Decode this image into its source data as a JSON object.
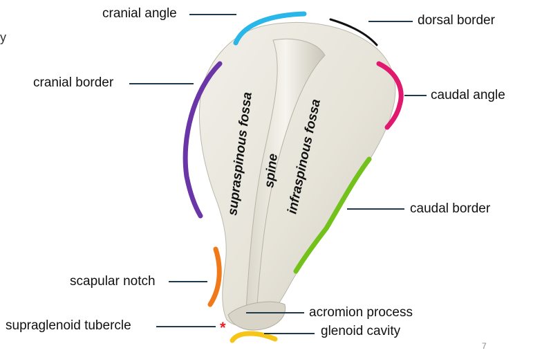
{
  "labels": {
    "cranial_angle": "cranial angle",
    "dorsal_border": "dorsal border",
    "cranial_border": "cranial border",
    "caudal_angle": "caudal angle",
    "caudal_border": "caudal border",
    "scapular_notch": "scapular notch",
    "acromion_process": "acromion process",
    "supraglenoid_tubercle": "supraglenoid tubercle",
    "glenoid_cavity": "glenoid cavity"
  },
  "bone_labels": {
    "supraspinous_fossa": "supraspinous fossa",
    "spine": "spine",
    "infraspinous_fossa": "infraspinous fossa"
  },
  "marker": "*",
  "slide_number": "7",
  "stray_text": "y",
  "colors": {
    "cranial_angle": "#29b6e8",
    "dorsal_border": "#111111",
    "cranial_border": "#6a35a6",
    "caudal_angle": "#e0186e",
    "caudal_border": "#72c21b",
    "scapular_notch": "#f07a1a",
    "glenoid_cavity": "#f5c518",
    "supraglenoid_tubercle": "#e82020",
    "leader_line": "#1f3a4d",
    "bone": "#e8e5dc"
  }
}
